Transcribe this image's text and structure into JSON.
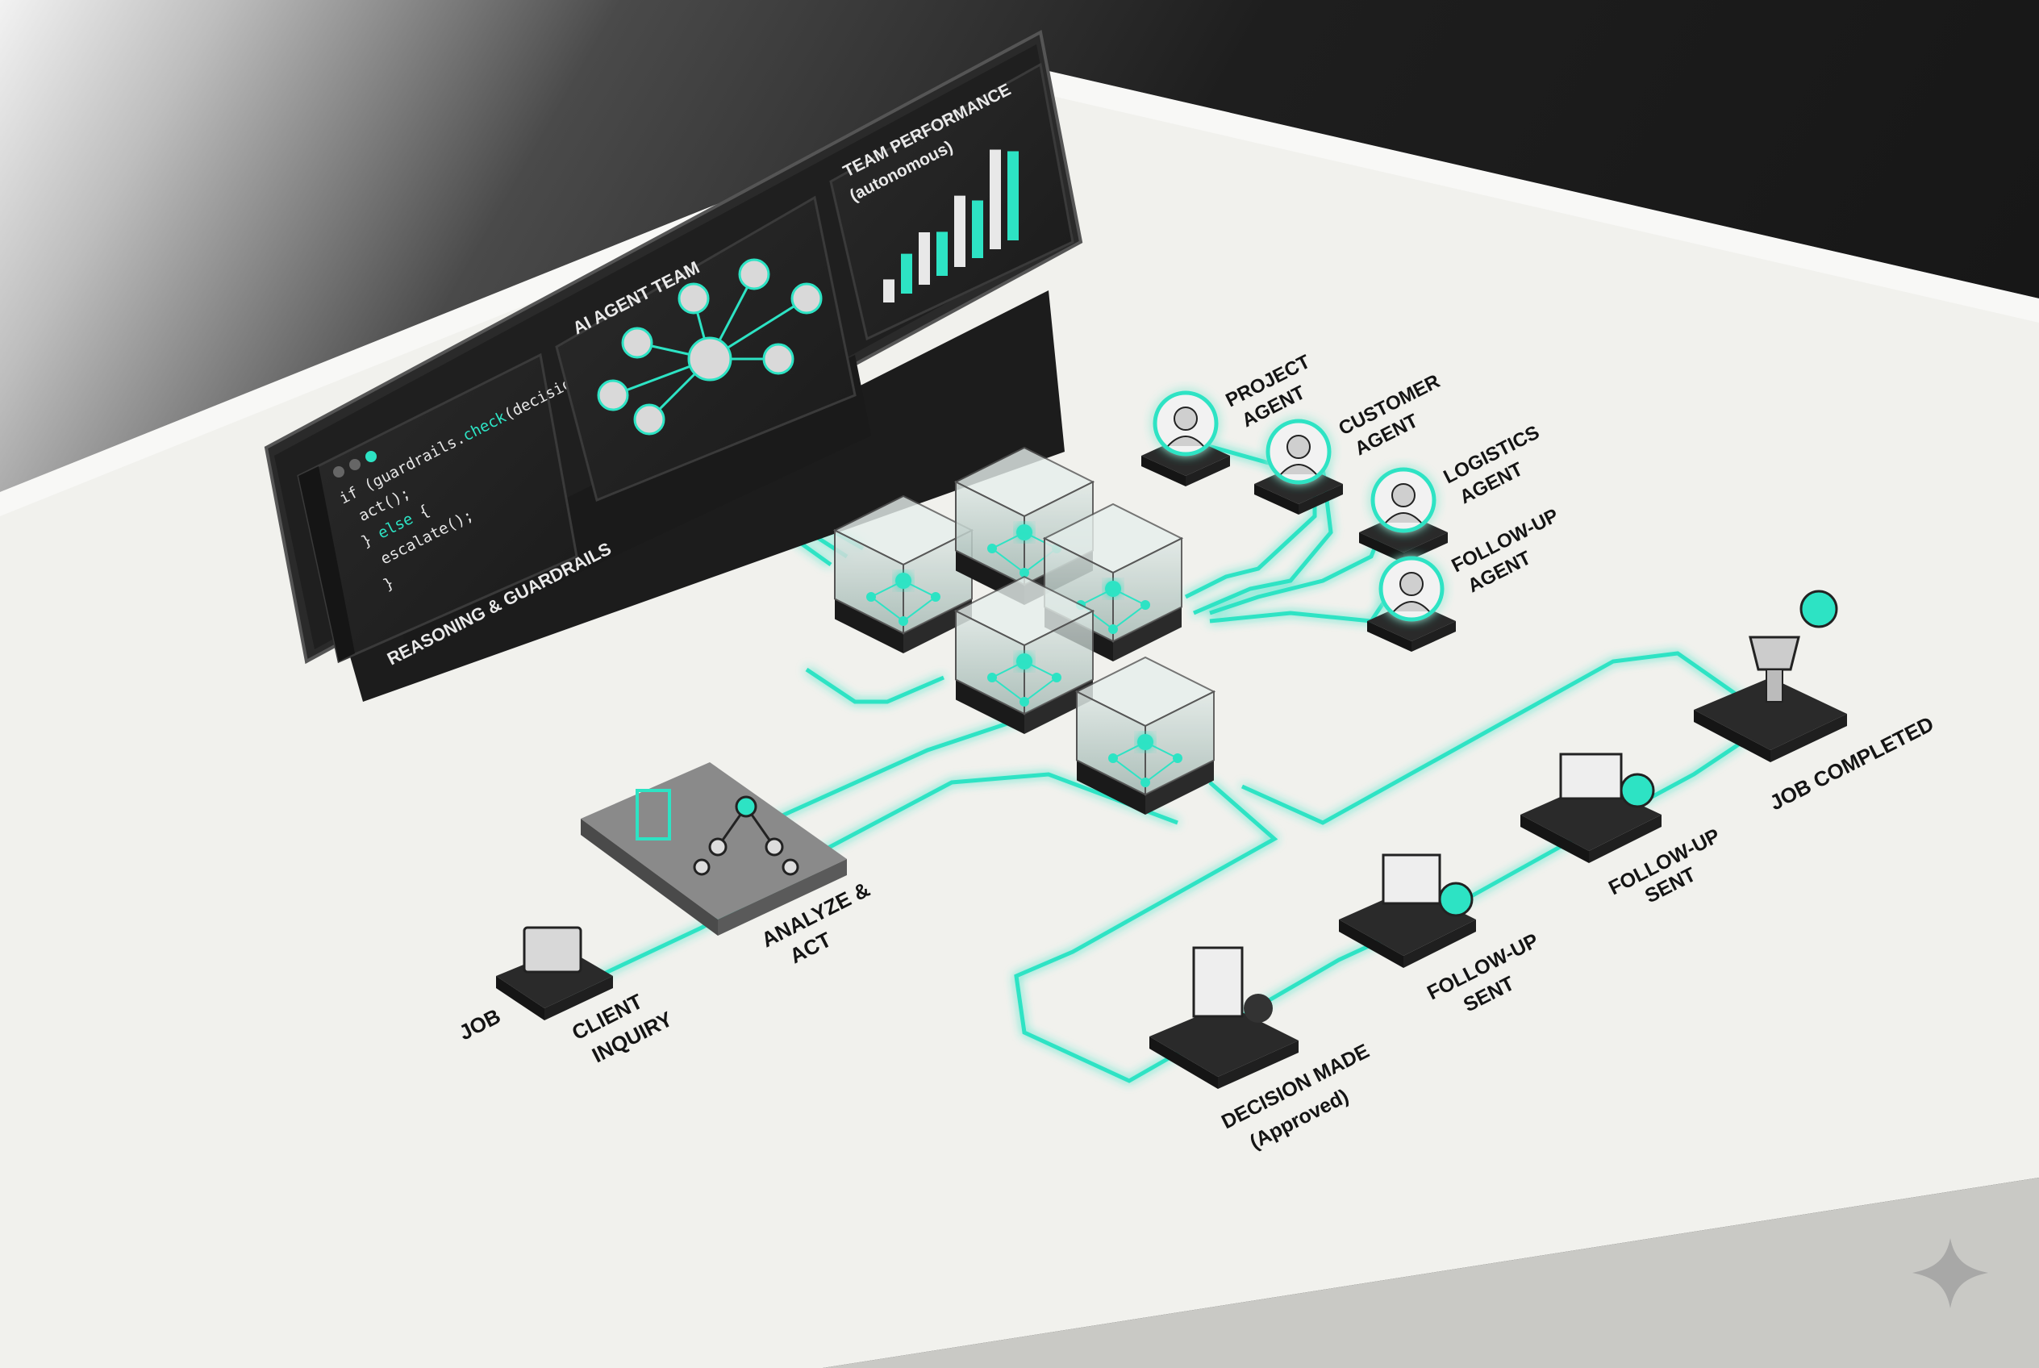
{
  "colors": {
    "accent": "#2de3c4",
    "dark": "#222222",
    "board": "#eeeeea"
  },
  "screens": {
    "code": {
      "lines": [
        {
          "pre": "if (guardrails.",
          "hl": "check",
          "post": "(decision)) {"
        },
        {
          "pre": "  act();",
          "hl": "",
          "post": ""
        },
        {
          "pre": "} ",
          "hl": "else",
          "post": " {"
        },
        {
          "pre": "  escalate();",
          "hl": "",
          "post": ""
        },
        {
          "pre": "}",
          "hl": "",
          "post": ""
        }
      ],
      "prompt_icons": [
        ">_",
        ">_"
      ]
    },
    "agent_team": {
      "title": "AI AGENT TEAM"
    },
    "performance": {
      "title_line1": "TEAM PERFORMANCE",
      "title_line2": "(autonomous)",
      "bars": [
        0.22,
        0.38,
        0.5,
        0.42,
        0.68,
        0.55,
        0.95,
        0.85
      ]
    },
    "base_label": "REASONING & GUARDRAILS"
  },
  "agents": [
    {
      "line1": "PROJECT",
      "line2": "AGENT",
      "icon": "person-bald-icon"
    },
    {
      "line1": "CUSTOMER",
      "line2": "AGENT",
      "icon": "person-woman-icon"
    },
    {
      "line1": "LOGISTICS",
      "line2": "AGENT",
      "icon": "person-cap-icon"
    },
    {
      "line1": "FOLLOW-UP",
      "line2": "AGENT",
      "icon": "person-man-icon"
    }
  ],
  "flow": {
    "job": "JOB",
    "client_inquiry": {
      "line1": "CLIENT",
      "line2": "INQUIRY"
    },
    "analyze": {
      "line1": "ANALYZE &",
      "line2": "ACT"
    },
    "decision": {
      "line1": "DECISION MADE",
      "line2": "(Approved)"
    },
    "followup1": {
      "line1": "FOLLOW-UP",
      "line2": "SENT"
    },
    "followup2": {
      "line1": "FOLLOW-UP",
      "line2": "SENT"
    },
    "completed": "JOB COMPLETED"
  }
}
